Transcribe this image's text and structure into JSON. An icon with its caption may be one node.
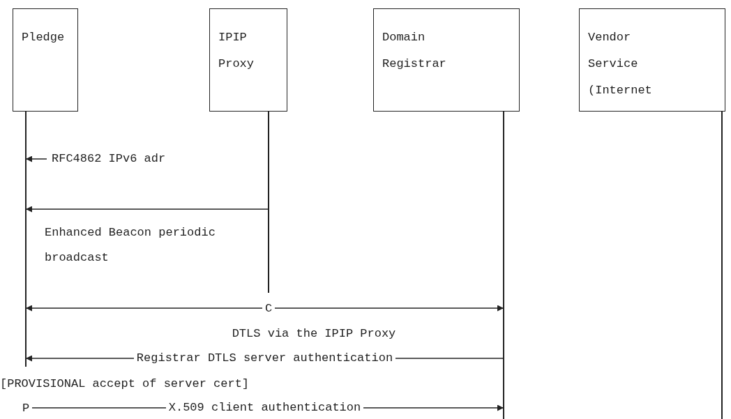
{
  "diagram": {
    "nodes": [
      {
        "text": [
          "Pledge"
        ]
      },
      {
        "text": [
          "IPIP Proxy"
        ]
      },
      {
        "text": [
          "Domain Registrar"
        ]
      },
      {
        "text": [
          "Vendor Service (Internet"
        ]
      },
      {
        "text": [
          "C"
        ]
      },
      {
        "text": [
          "P"
        ]
      }
    ],
    "edges": [
      {
        "from": null,
        "to": 0,
        "arrow": "to",
        "label": "RFC4862 IPv6 adr"
      },
      {
        "from": 1,
        "to": 0,
        "arrow": "to",
        "label": "Enhanced Beacon periodic broadcast"
      },
      {
        "from": 4,
        "to": 0,
        "arrow": "to"
      },
      {
        "from": 4,
        "to": 2,
        "arrow": "to"
      },
      {
        "from": 2,
        "to": 0,
        "arrow": "to",
        "label": "Registrar DTLS server authentication"
      },
      {
        "from": 5,
        "to": 2,
        "arrow": "to",
        "label": "X.509 client authentication"
      }
    ],
    "labels": [
      "DTLS via the IPIP Proxy",
      "[PROVISIONAL accept of server cert]"
    ]
  }
}
